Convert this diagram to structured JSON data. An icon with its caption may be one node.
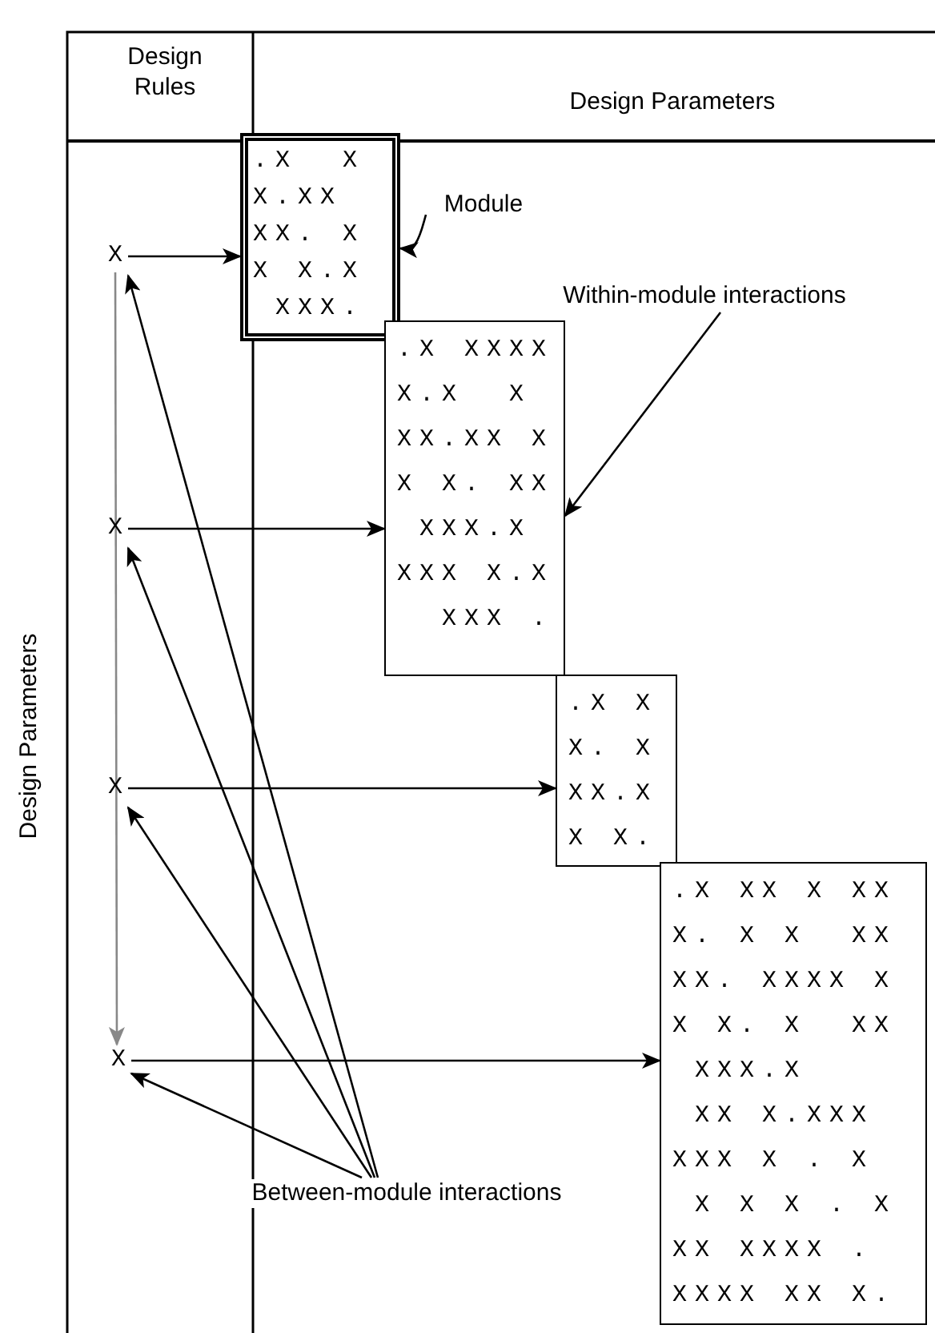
{
  "diagram": {
    "nodes": [
      {
        "text": [
          ".X  X",
          "X.XX",
          "XX. X",
          "X X.X",
          " XXX."
        ]
      },
      {
        "text": [
          ".X XXXX",
          "X.X  X",
          "XX.XX X",
          "X X. XX",
          " XXX.X",
          "XXX X.X",
          "  XXX ."
        ]
      },
      {
        "text": [
          ".X X",
          "X. X",
          "XX.X",
          "X X."
        ]
      },
      {
        "text": [
          ".X XX X XX",
          "X. X X  XX",
          "XX. XXXX X",
          "X X. X  XX",
          " XXX.X",
          " XX X.XXX",
          "XXX X . X",
          " X X X . X",
          "XX XXXX .",
          "XXXX XX X."
        ]
      },
      {
        "text": [
          "X"
        ]
      },
      {
        "text": [
          "X"
        ]
      },
      {
        "text": [
          "X"
        ]
      },
      {
        "text": [
          "X"
        ]
      },
      {
        "text": [
          "Module"
        ]
      },
      {
        "text": [
          "Within-module interactions"
        ]
      },
      {
        "text": [
          "Between-module interactions"
        ]
      }
    ],
    "edges": [
      {
        "from": 4,
        "to": 0,
        "arrow": "to"
      },
      {
        "from": 5,
        "to": 1,
        "arrow": "to"
      },
      {
        "from": 6,
        "to": 2,
        "arrow": "to"
      },
      {
        "from": 7,
        "to": 3,
        "arrow": "to"
      },
      {
        "from": 4,
        "to": 7,
        "arrow": "to",
        "color": "#888888"
      },
      {
        "from": 8,
        "to": 0,
        "arrow": "to"
      },
      {
        "from": 9,
        "to": 1,
        "arrow": "to"
      },
      {
        "from": 10,
        "to": 4,
        "arrow": "to"
      },
      {
        "from": 10,
        "to": 5,
        "arrow": "to"
      },
      {
        "from": 10,
        "to": 6,
        "arrow": "to"
      },
      {
        "from": 10,
        "to": 7,
        "arrow": "to"
      }
    ],
    "labels": [
      "Design Rules",
      "Design Parameters",
      "Design Parameters"
    ]
  }
}
